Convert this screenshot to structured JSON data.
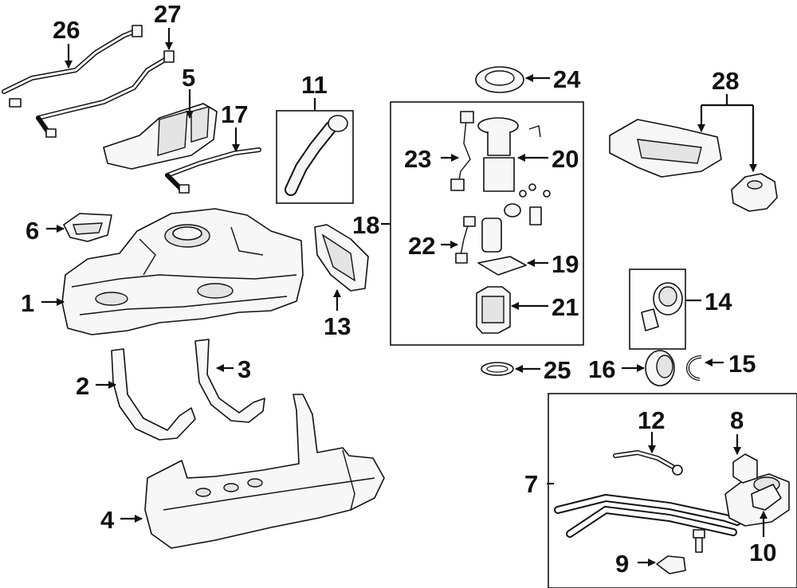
{
  "diagram": {
    "callouts": {
      "c1": "1",
      "c2": "2",
      "c3": "3",
      "c4": "4",
      "c5": "5",
      "c6": "6",
      "c7": "7",
      "c8": "8",
      "c9": "9",
      "c10": "10",
      "c11": "11",
      "c12": "12",
      "c13": "13",
      "c14": "14",
      "c15": "15",
      "c16": "16",
      "c17": "17",
      "c18": "18",
      "c19": "19",
      "c20": "20",
      "c21": "21",
      "c22": "22",
      "c23": "23",
      "c24": "24",
      "c25": "25",
      "c26": "26",
      "c27": "27",
      "c28": "28"
    }
  }
}
